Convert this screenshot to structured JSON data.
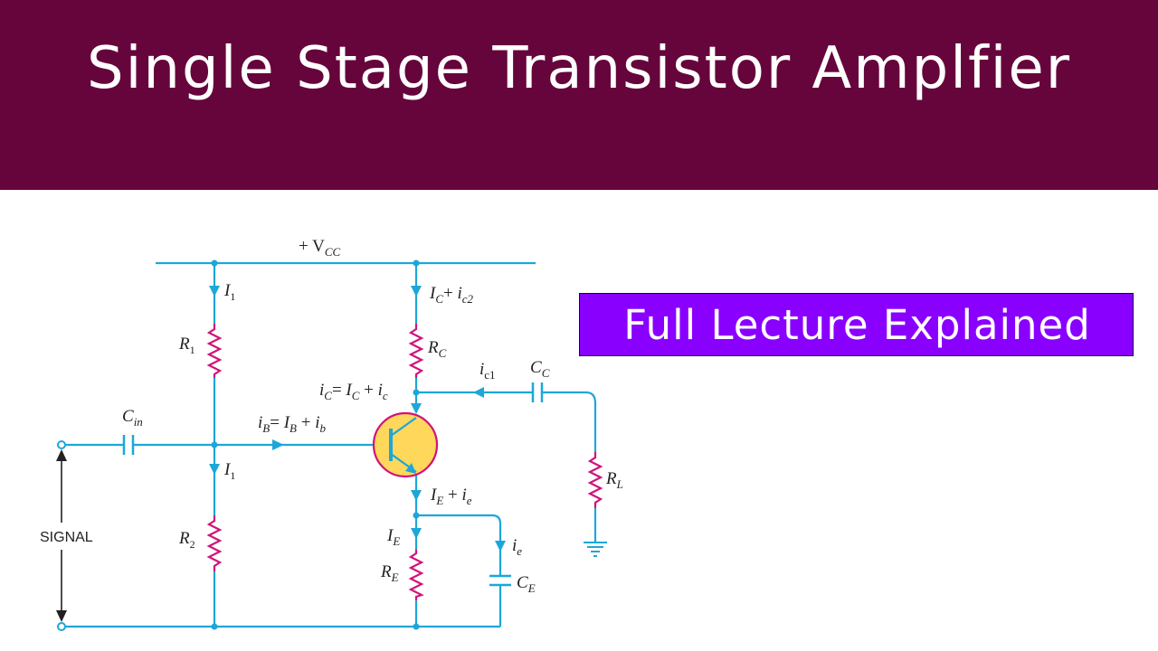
{
  "header": {
    "title": "Single Stage Transistor Amplfier",
    "background": "#66043c"
  },
  "badge": {
    "label": "Full Lecture Explained",
    "background": "#8a00ff"
  },
  "circuit": {
    "wire_color": "#1da7d8",
    "resistor_color": "#d1137a",
    "transistor_fill": "#ffd75a",
    "supply": {
      "plus": "+ V",
      "sub": "CC"
    },
    "signal": "SIGNAL",
    "r1": {
      "main": "R",
      "sub": "1"
    },
    "r2": {
      "main": "R",
      "sub": "2"
    },
    "rc": {
      "main": "R",
      "sub": "C"
    },
    "re": {
      "main": "R",
      "sub": "E"
    },
    "rl": {
      "main": "R",
      "sub": "L"
    },
    "cin": {
      "main": "C",
      "sub": "in"
    },
    "cc": {
      "main": "C",
      "sub": "C"
    },
    "ce": {
      "main": "C",
      "sub": "E"
    },
    "i1_top": {
      "main": "I",
      "sub": "1"
    },
    "i1_bottom": {
      "main": "I",
      "sub": "1"
    },
    "ic_total": {
      "a": "I",
      "a_sub": "C",
      "plus": "+ ",
      "b": "i",
      "b_sub": "c2"
    },
    "ic_eq": {
      "a": "i",
      "a_sub": "C",
      "eq": "= ",
      "b": "I",
      "b_sub": "C",
      "plus": " + ",
      "c": "i",
      "c_sub": "c"
    },
    "ib_eq": {
      "a": "i",
      "a_sub": "B",
      "eq": "= ",
      "b": "I",
      "b_sub": "B",
      "plus": " + ",
      "c": "i",
      "c_sub": "b"
    },
    "ic1": {
      "main": "i",
      "sub": "c1"
    },
    "ie_total": {
      "a": "I",
      "a_sub": "E",
      "plus": " + ",
      "b": "i",
      "b_sub": "e"
    },
    "ie_branch": {
      "main": "I",
      "sub": "E"
    },
    "ie_cap": {
      "main": "i",
      "sub": "e"
    }
  }
}
